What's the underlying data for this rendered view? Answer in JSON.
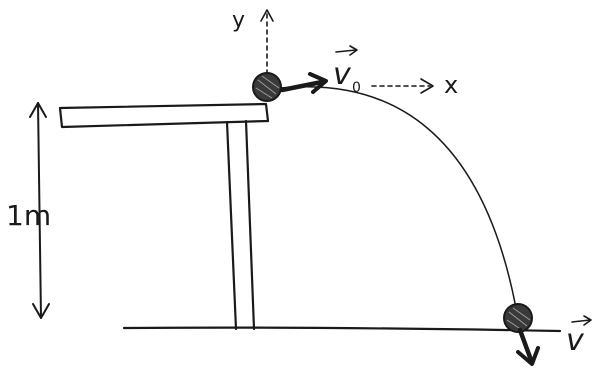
{
  "diagram": {
    "axis_y_label": "y",
    "axis_x_label": "x",
    "initial_velocity_label": "v",
    "initial_velocity_subscript": "0",
    "final_velocity_label": "v",
    "height_label": "1m"
  },
  "colors": {
    "ink": "#1a1a1a",
    "ball_fill": "#3a3a3a",
    "background": "#ffffff"
  }
}
